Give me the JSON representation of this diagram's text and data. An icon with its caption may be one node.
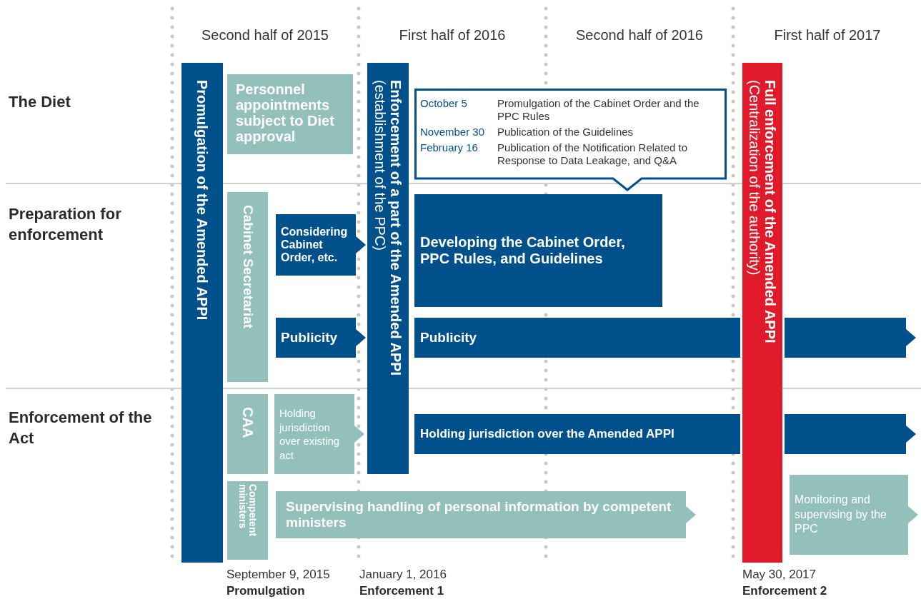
{
  "diagram": {
    "nodes": [
      {
        "text": [
          "Promulgation of the Amended APPI"
        ]
      },
      {
        "text": [
          "Personnel appointments subject to Diet approval"
        ]
      },
      {
        "text": [
          "Enforcement of a part of the Amended APPI",
          "(establishment of the PPC)"
        ]
      },
      {
        "text": [
          "October 5",
          "Promulgation of the Cabinet Order and the PPC Rules",
          "November 30",
          "Publication of the Guidelines",
          "February 16",
          "Publication of the Notification Related to Response to Data Leakage, and Q&A"
        ]
      },
      {
        "text": [
          "Full enforcement of the Amended APPI",
          "(Centralization of the authority)"
        ]
      },
      {
        "text": [
          "Cabinet Secretariat"
        ]
      },
      {
        "text": [
          "Considering Cabinet Order, etc."
        ]
      },
      {
        "text": [
          "Developing the Cabinet Order, PPC Rules, and Guidelines"
        ]
      },
      {
        "text": [
          "Publicity"
        ]
      },
      {
        "text": [
          "Publicity"
        ]
      },
      {
        "text": [],
        "shape": "bar"
      },
      {
        "text": [
          "CAA"
        ]
      },
      {
        "text": [
          "Holding jurisdiction over existing act"
        ]
      },
      {
        "text": [
          "Holding jurisdiction over the Amended APPI"
        ]
      },
      {
        "text": [],
        "shape": "bar"
      },
      {
        "text": [
          "Competent ministers"
        ]
      },
      {
        "text": [
          "Supervising handling of personal information by competent ministers"
        ]
      },
      {
        "text": [
          "Monitoring and supervising by the PPC"
        ]
      }
    ],
    "labels": [
      "Second half of 2015",
      "First half of 2016",
      "Second half of 2016",
      "First half of 2017",
      "The Diet",
      "Preparation for enforcement",
      "Enforcement of the Act",
      "September 9, 2015",
      "January 1, 2016",
      "May 30, 2017",
      "Promulgation",
      "Enforcement 1",
      "Enforcement 2"
    ]
  }
}
